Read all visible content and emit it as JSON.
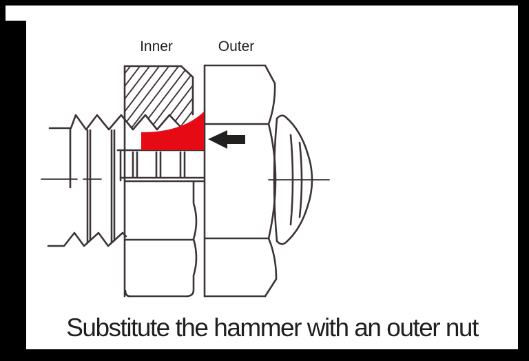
{
  "figure": {
    "label_inner": "Inner",
    "label_outer": "Outer",
    "caption": "Substitute the hammer with an outer nut"
  },
  "colors": {
    "highlight_red": "#e60a14",
    "line_color": "#3b3336",
    "arrow_color": "#221f1f",
    "text_color": "#1f1f1f",
    "frame_color": "#000000",
    "background": "#ffffff"
  }
}
